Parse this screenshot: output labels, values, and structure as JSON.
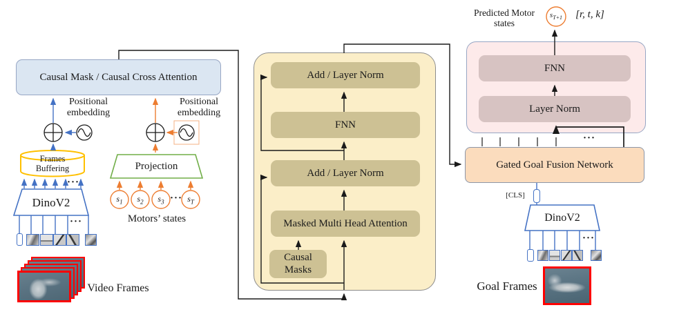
{
  "left": {
    "causal_attention_label": "Causal Mask / Causal Cross Attention",
    "pos_embed_left": {
      "line1": "Positional",
      "line2": "embedding"
    },
    "pos_embed_right": {
      "line1": "Positional",
      "line2": "embedding"
    },
    "frames_buffering": {
      "line1": "Frames",
      "line2": "Buffering"
    },
    "dinov2_label": "DinoV2",
    "projection_label": "Projection",
    "motor_tokens": [
      {
        "base": "s",
        "sub": "1"
      },
      {
        "base": "s",
        "sub": "2"
      },
      {
        "base": "s",
        "sub": "3"
      },
      {
        "base": "s",
        "sub": "T"
      }
    ],
    "motors_states_label": "Motors’ states",
    "video_frames_label": "Video Frames"
  },
  "transformer": {
    "add_norm_top": "Add / Layer Norm",
    "fnn": "FNN",
    "add_norm_mid": "Add / Layer Norm",
    "mmha": "Masked Multi Head Attention",
    "causal_masks": {
      "line1": "Causal",
      "line2": "Masks"
    }
  },
  "right": {
    "predicted": {
      "line1": "Predicted Motor",
      "line2": "states"
    },
    "pred_token": {
      "base": "s",
      "sub": "T+1"
    },
    "rtk": "[r, t, k]",
    "fnn": "FNN",
    "layer_norm": "Layer Norm",
    "ggfn": "Gated Goal Fusion Network",
    "cls": "[CLS]",
    "dinov2_label": "DinoV2",
    "goal_frames_label": "Goal Frames"
  },
  "glyphs": {
    "ellipsis": "···"
  },
  "icons": {
    "plus-circle-icon": "⊕",
    "sine-wave-icon": "∿"
  },
  "palette": {
    "blue_accent": "#4472c4",
    "orange_accent": "#ed7d31",
    "green_accent": "#70ad47",
    "yellow_accent": "#ffc000",
    "red_frame": "#ff0000",
    "blue_box_fill": "#dbe6f2",
    "yellow_block_fill": "#fbeec8",
    "tan_box_fill": "#cdc194",
    "pink_block_fill": "#fdeaea",
    "mauve_box_fill": "#d7c3c2",
    "peach_box_fill": "#fbdcbd",
    "line_color": "#1a1a1a"
  }
}
